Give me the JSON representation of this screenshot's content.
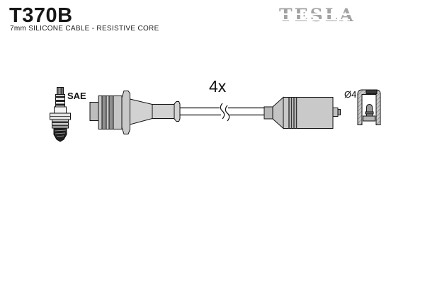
{
  "header": {
    "part_number": "T370B",
    "subtitle": "7mm SILICONE CABLE - RESISTIVE CORE",
    "brand": "TESLA",
    "brand_color": "#a3a3a3"
  },
  "diagram": {
    "quantity_label": "4x",
    "spark_plug_label": "SAE",
    "diameter_label": "Ø4",
    "parts": [
      "spark-plug",
      "plug-boot-assembly",
      "cable-with-break",
      "distributor-boot-assembly",
      "terminal-cap-cross-section"
    ]
  },
  "colors": {
    "background": "#ffffff",
    "outline": "#111111",
    "fill_light_gray": "#cccccc",
    "fill_mid_gray": "#b5b5b5",
    "fill_dark": "#222222",
    "brand_gray": "#a3a3a3"
  }
}
